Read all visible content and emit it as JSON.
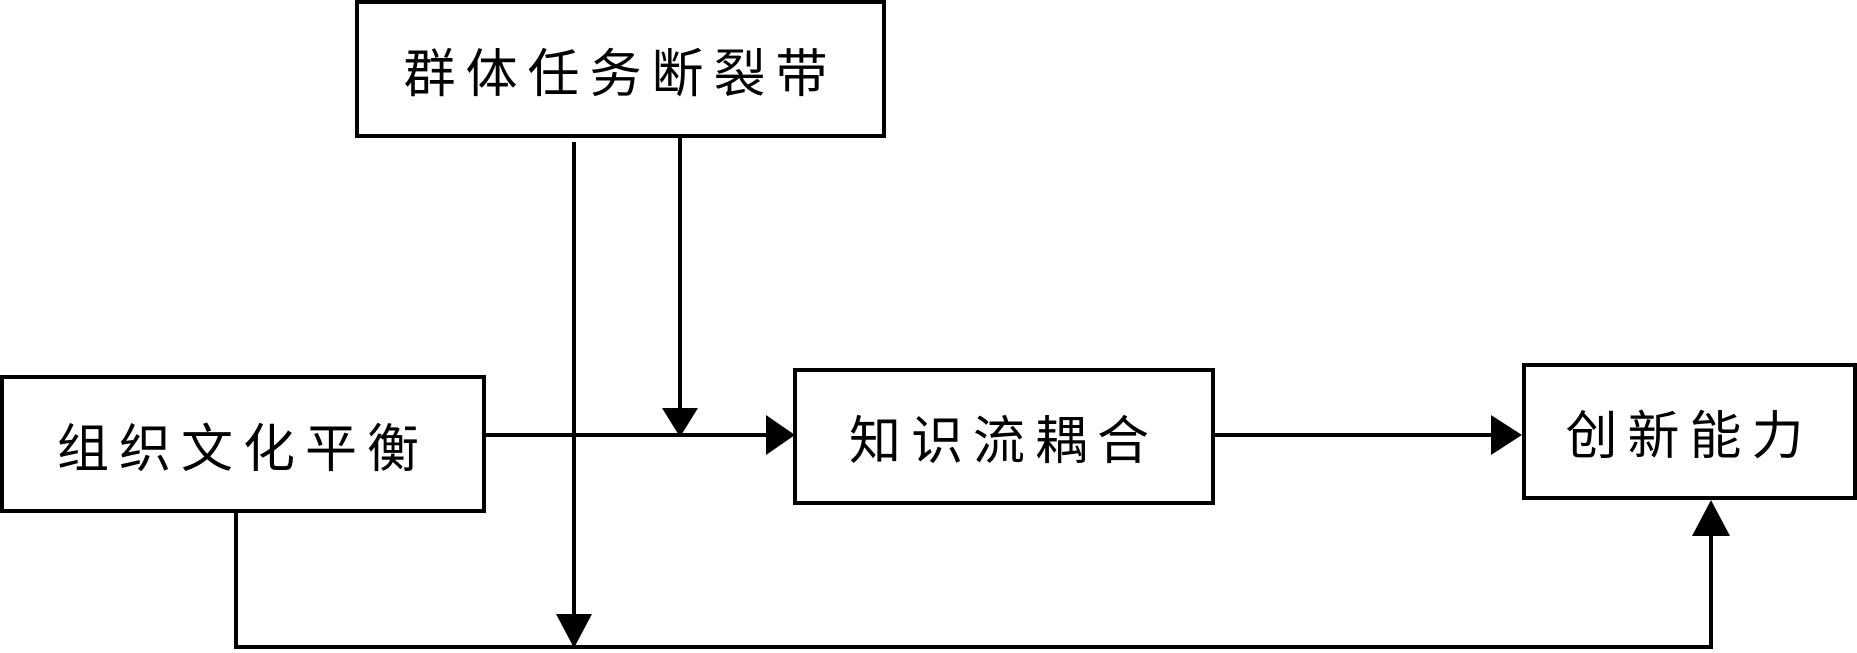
{
  "diagram": {
    "nodes": {
      "top": {
        "label": "群体任务断裂带"
      },
      "left": {
        "label": "组织文化平衡"
      },
      "middle": {
        "label": "知识流耦合"
      },
      "right": {
        "label": "创新能力"
      }
    },
    "edges": [
      {
        "from": "left",
        "to": "middle"
      },
      {
        "from": "middle",
        "to": "right"
      },
      {
        "from": "top",
        "to": "edge:left-middle"
      },
      {
        "from": "top",
        "to": "edge:left-right"
      },
      {
        "from": "left",
        "to": "right"
      }
    ],
    "colors": {
      "stroke": "#000000",
      "background": "#ffffff"
    }
  }
}
